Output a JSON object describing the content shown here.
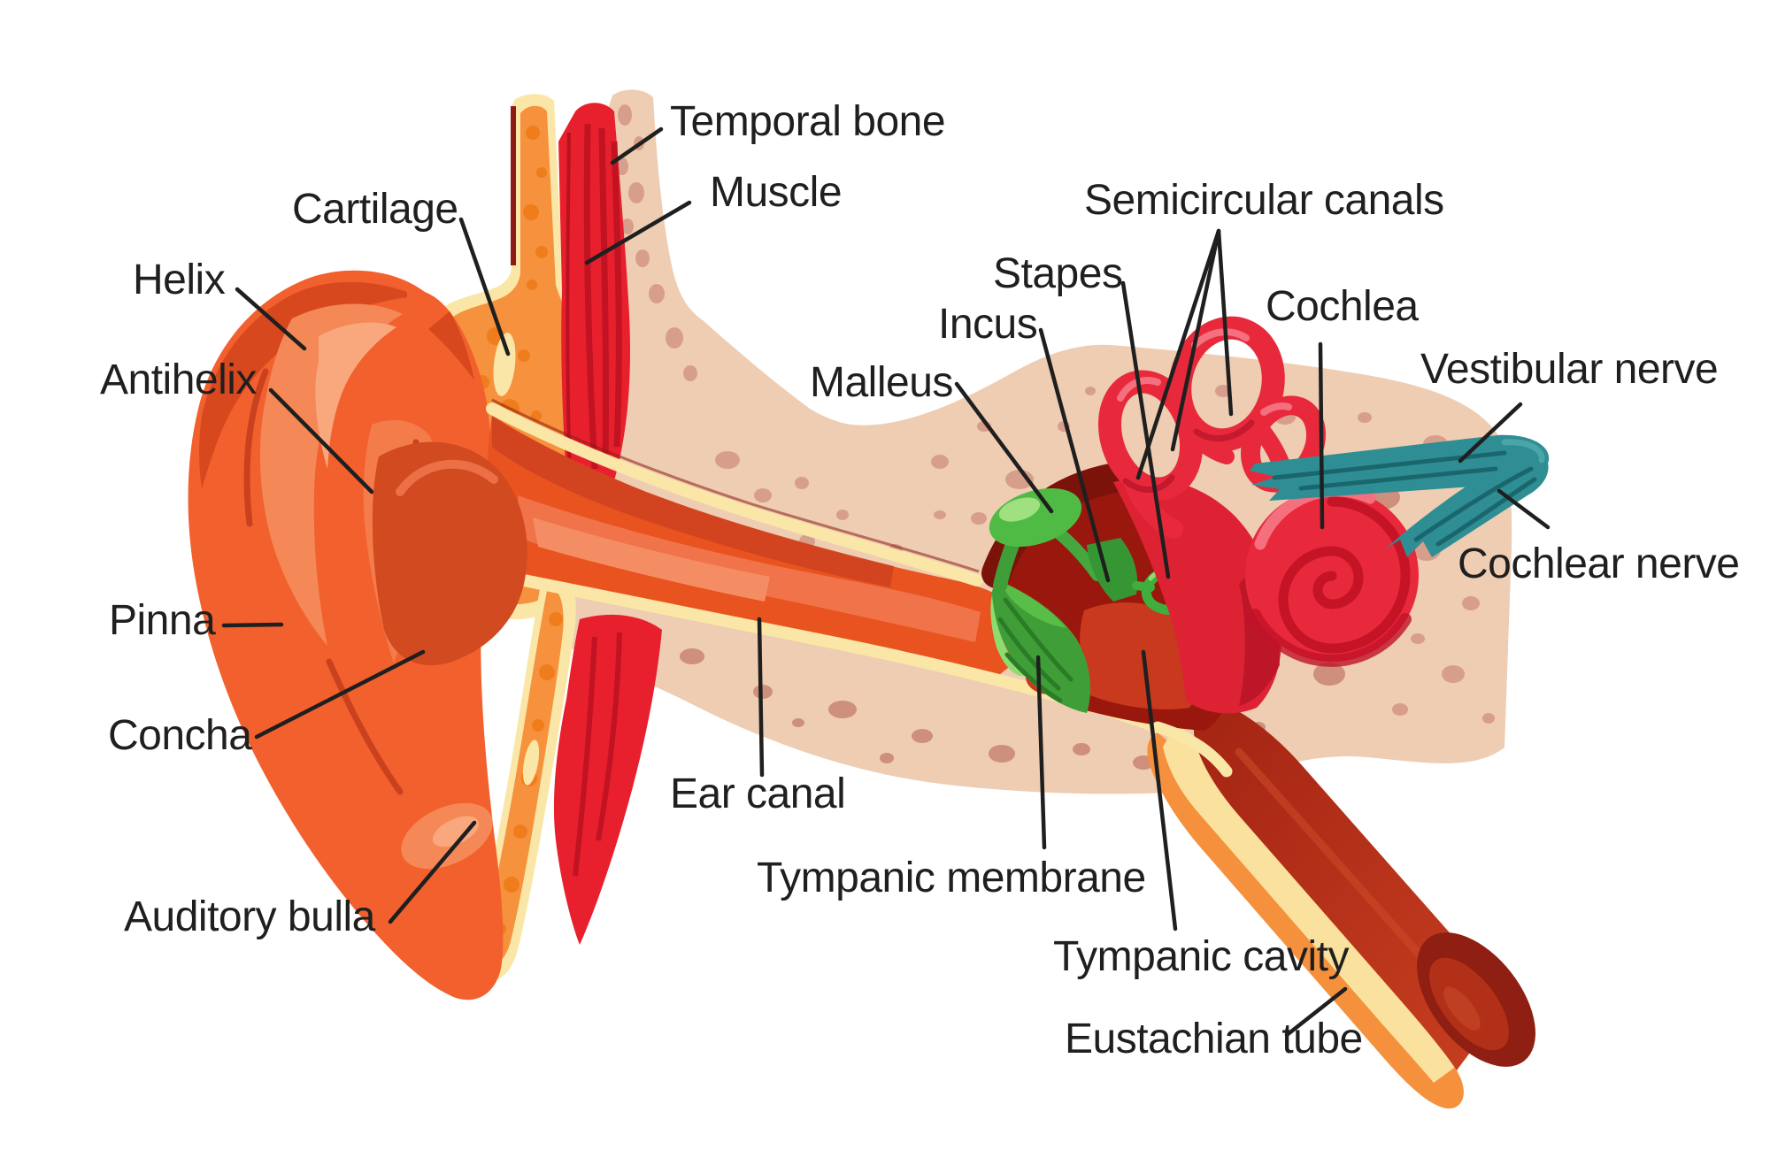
{
  "labels": {
    "temporal_bone": "Temporal bone",
    "muscle": "Muscle",
    "cartilage": "Cartilage",
    "helix": "Helix",
    "antihelix": "Antihelix",
    "pinna": "Pinna",
    "concha": "Concha",
    "auditory_bulla": "Auditory bulla",
    "ear_canal": "Ear canal",
    "tympanic_membrane": "Tympanic membrane",
    "tympanic_cavity": "Tympanic cavity",
    "eustachian_tube": "Eustachian tube",
    "malleus": "Malleus",
    "incus": "Incus",
    "stapes": "Stapes",
    "semicircular_canals": "Semicircular canals",
    "cochlea": "Cochlea",
    "vestibular_nerve": "Vestibular nerve",
    "cochlear_nerve": "Cochlear nerve"
  },
  "colors": {
    "background": "#ffffff",
    "label_text": "#1f1f1f",
    "leader_line": "#1f1f1f",
    "bone": "#eecdb2",
    "bone_spot": "#d89e8c",
    "bone_spot_dark": "#ce8f7d",
    "pinna": "#f2602d",
    "pinna_shadow": "#d8481f",
    "pinna_highlight": "#f58857",
    "pinna_highlight_light": "#f9a87e",
    "concha": "#d14a20",
    "muscle": "#e8202d",
    "muscle_streak": "#c11322",
    "cartilage_fill": "#f6913d",
    "cartilage_border": "#fae6a6",
    "cartilage_dot": "#ef7d1c",
    "cartilage_outline": "#8c1c14",
    "ear_canal": "#e8531f",
    "ear_canal_light": "#f0734a",
    "membrane": "#3f9e38",
    "membrane_light": "#58be48",
    "ossicle": "#4fba44",
    "ossicle_dark": "#379634",
    "stapes_ring": "#3fae3c",
    "cavity": "#9a170e",
    "cavity_roof": "#7c130b",
    "cavity_blob": "#c8391d",
    "inner_ear_red": "#e8293b",
    "inner_ear_dark": "#c01228",
    "inner_ear_highlight": "#f4707e",
    "vestibule": "#dd2234",
    "nerve": "#2f8e93",
    "nerve_dark": "#1a666d",
    "nerve_light": "#49a5a8",
    "eustachian_orange": "#f5913c",
    "eustachian_yellow": "#fae29e",
    "eustachian_core_dark": "#a32413",
    "eustachian_core": "#c23a1e",
    "eustachian_end": "#8e1f12"
  }
}
